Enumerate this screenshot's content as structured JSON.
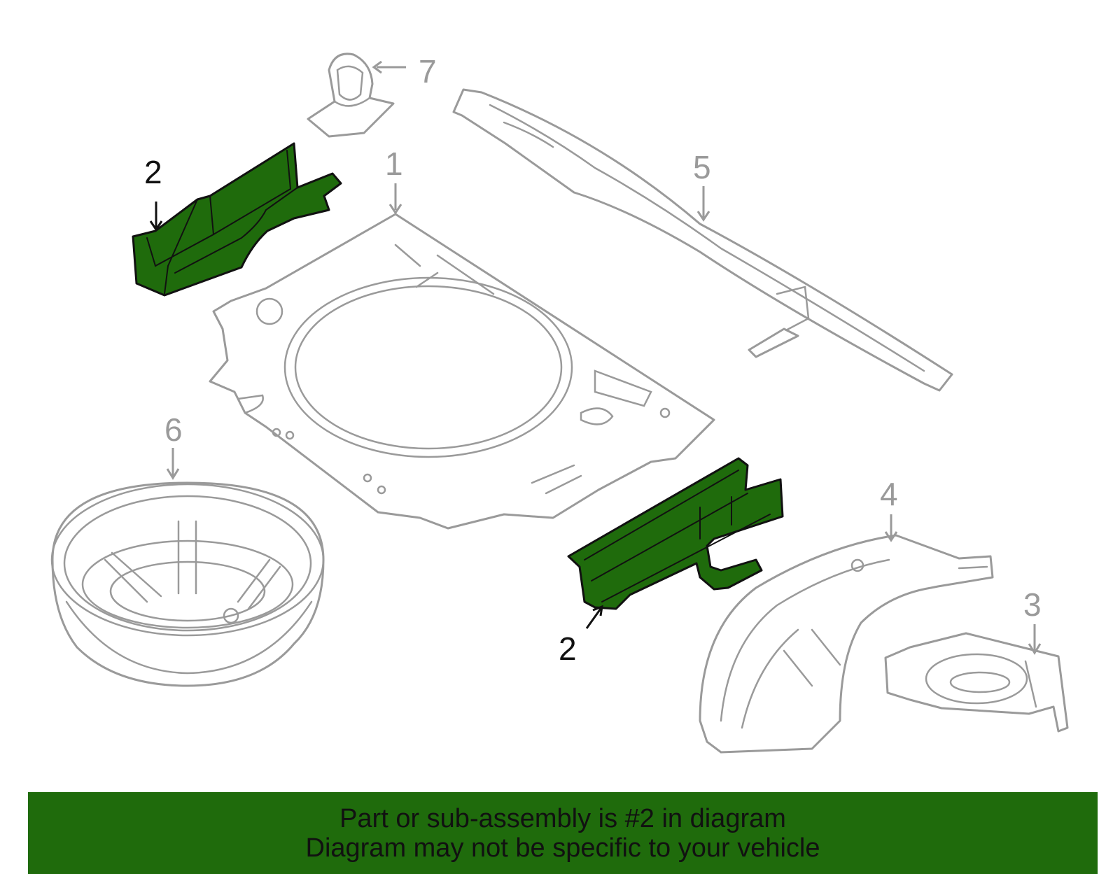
{
  "callouts": {
    "part1": "1",
    "part2_upper": "2",
    "part2_lower": "2",
    "part3": "3",
    "part4": "4",
    "part5": "5",
    "part6": "6",
    "part7": "7"
  },
  "highlight_part": "2",
  "colors": {
    "highlight": "#1f6b0c",
    "outline": "#9a9a9a",
    "banner": "#1f6b0c"
  },
  "banner": {
    "line1": "Part or sub-assembly is #2 in diagram",
    "line2": "Diagram may not be specific to your vehicle"
  }
}
